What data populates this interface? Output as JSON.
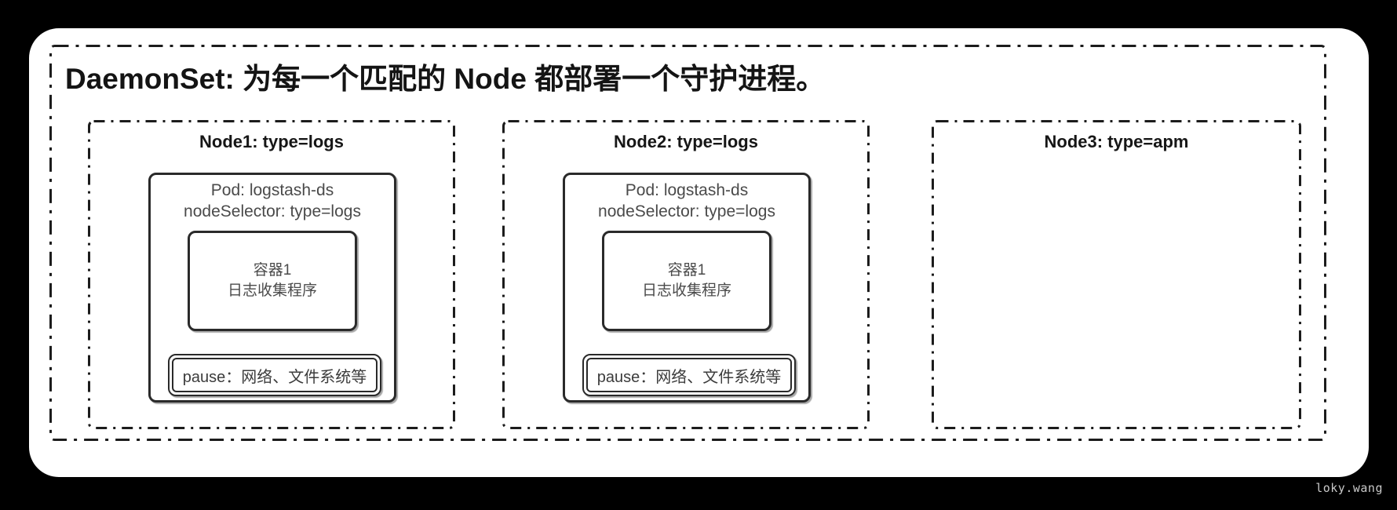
{
  "diagram": {
    "title": "DaemonSet: 为每一个匹配的 Node 都部署一个守护进程。",
    "nodes": [
      {
        "title": "Node1: type=logs",
        "pod": {
          "line1": "Pod: logstash-ds",
          "line2": "nodeSelector: type=logs",
          "container": {
            "line1": "容器1",
            "line2": "日志收集程序"
          },
          "pause": "pause：网络、文件系统等"
        }
      },
      {
        "title": "Node2: type=logs",
        "pod": {
          "line1": "Pod: logstash-ds",
          "line2": "nodeSelector: type=logs",
          "container": {
            "line1": "容器1",
            "line2": "日志收集程序"
          },
          "pause": "pause：网络、文件系统等"
        }
      },
      {
        "title": "Node3: type=apm"
      }
    ]
  },
  "watermark": "loky.wang",
  "colors": {
    "canvas": "#000000",
    "card": "#ffffff",
    "line": "#1c1c1c",
    "title_text": "#141414",
    "body_text": "#4a4a4a",
    "watermark_text": "#c9c9c9"
  }
}
